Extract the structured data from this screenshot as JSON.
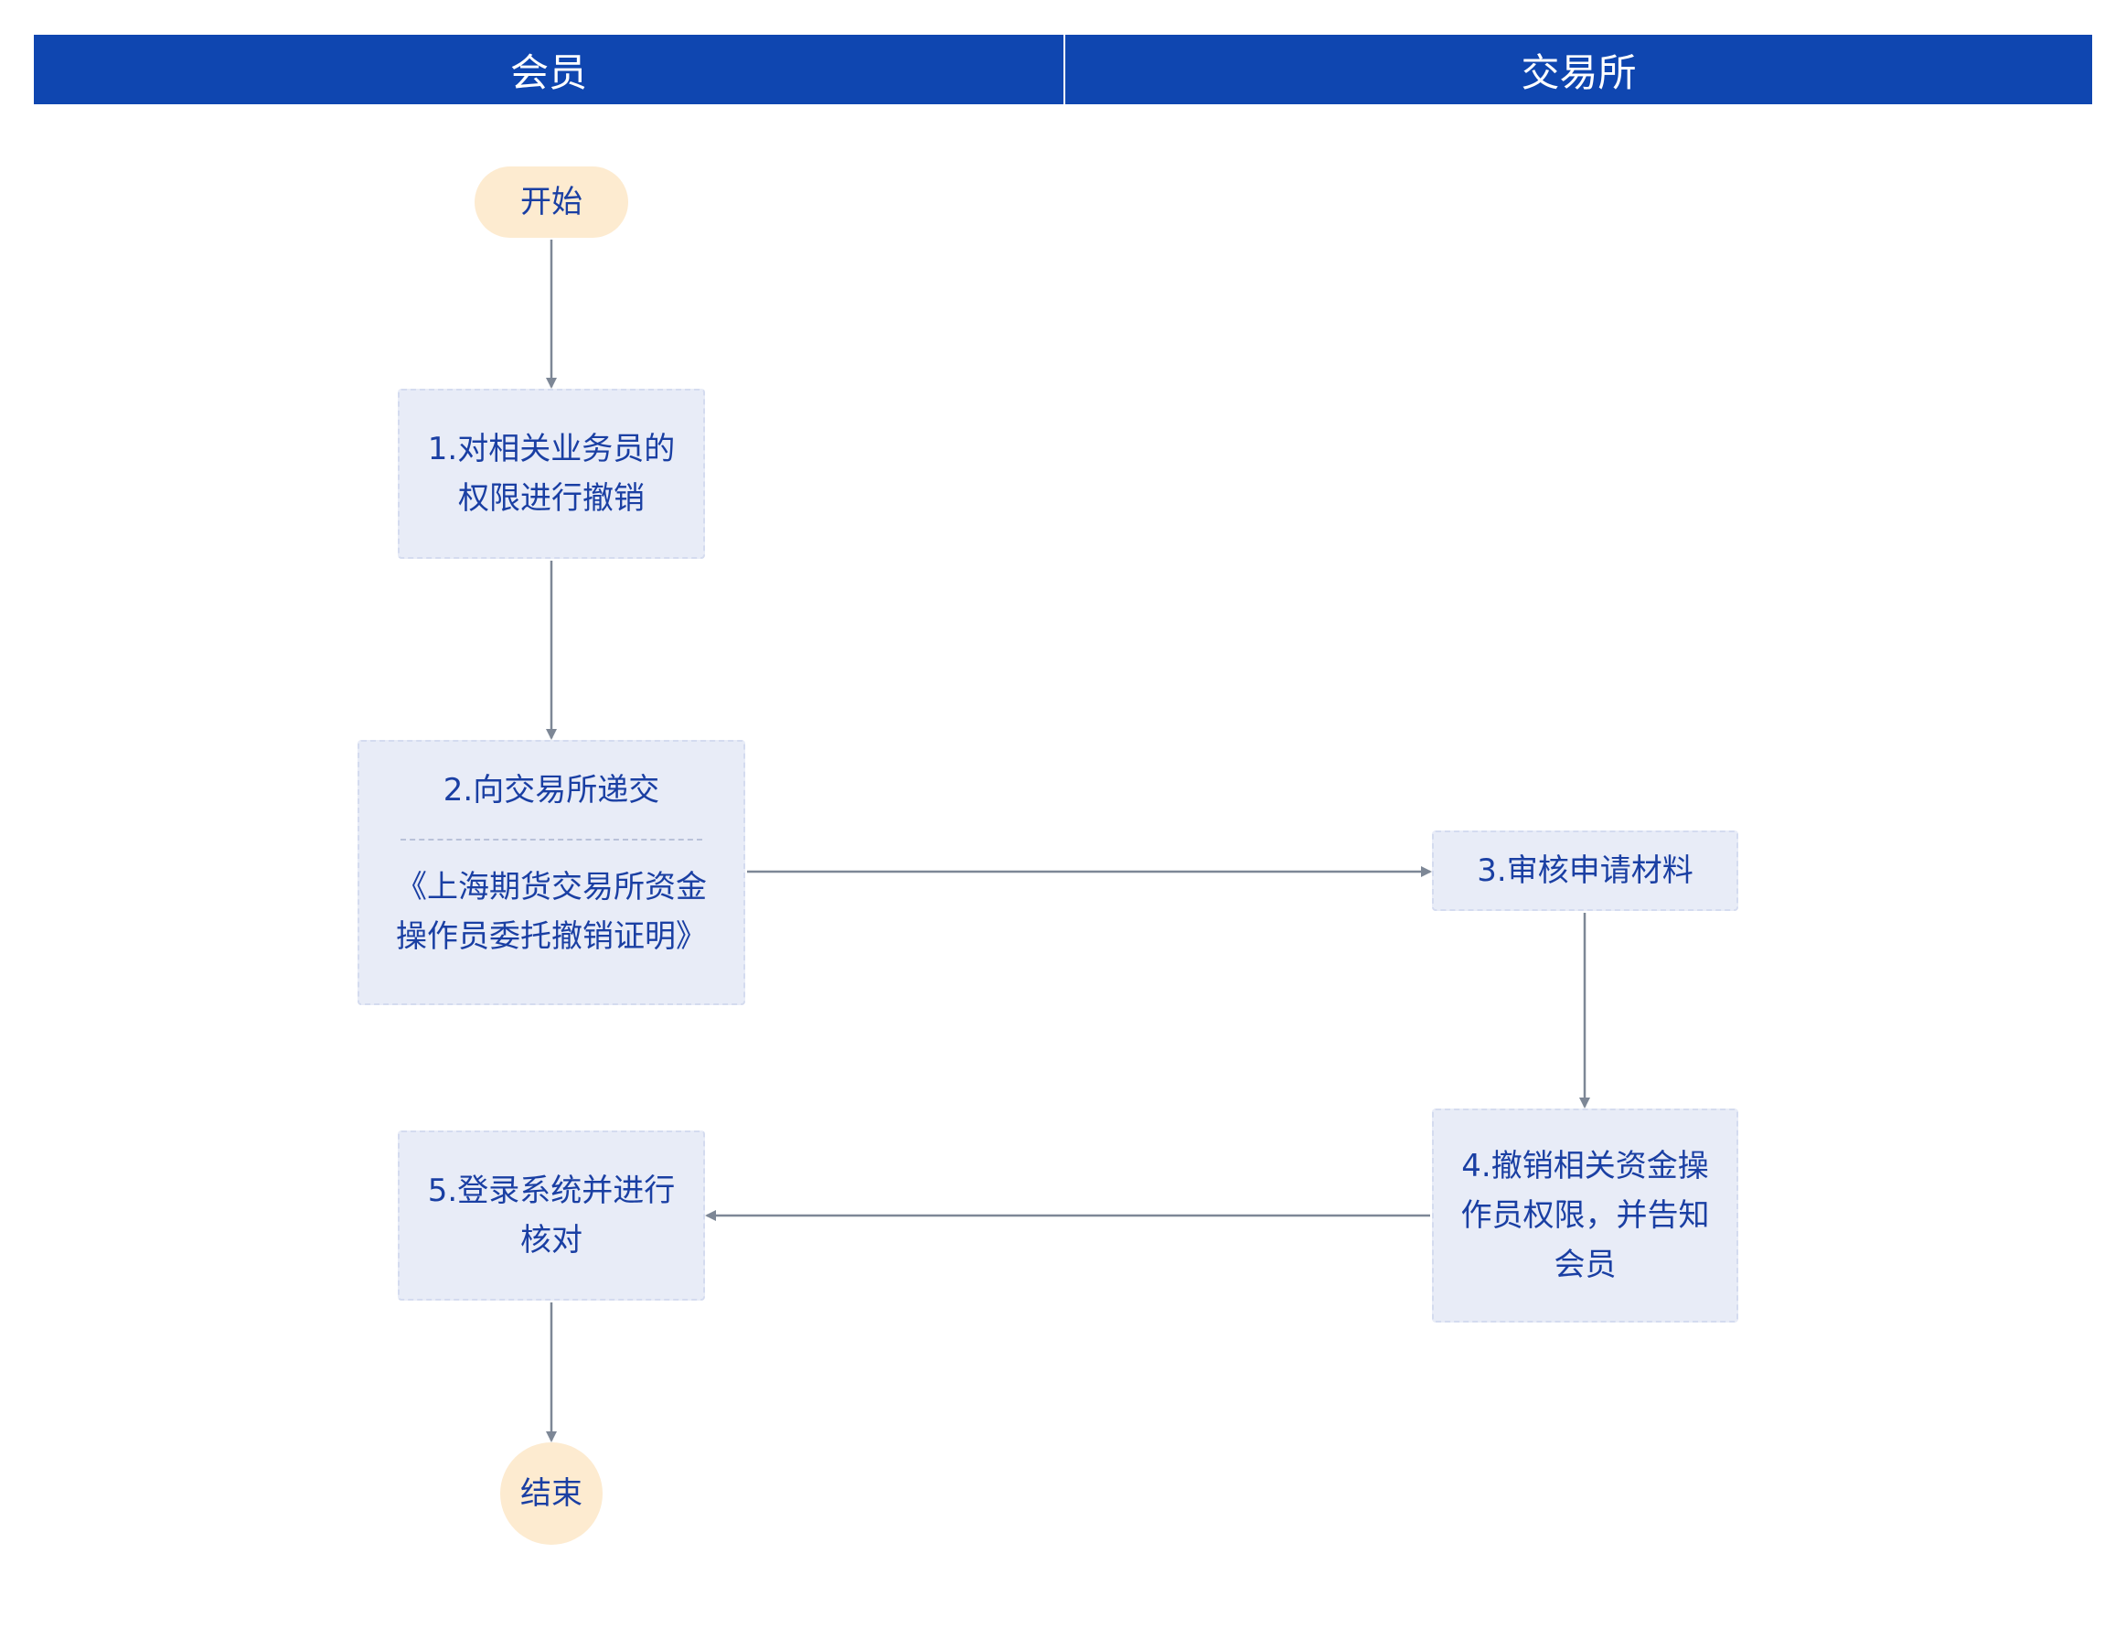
{
  "lanes": {
    "member": "会员",
    "exchange": "交易所"
  },
  "nodes": {
    "start": "开始",
    "step1": [
      "1.对相关业务员的",
      "权限进行撤销"
    ],
    "step2_title": "2.向交易所递交",
    "step2_doc": [
      "《上海期货交易所资金",
      "操作员委托撤销证明》"
    ],
    "step3": "3.审核申请材料",
    "step4": [
      "4.撤销相关资金操",
      "作员权限，并告知",
      "会员"
    ],
    "step5": [
      "5.登录系统并进行",
      "核对"
    ],
    "end": "结束"
  },
  "colors": {
    "header": "#0f46b0",
    "process_fill": "#e8ecf7",
    "terminal_fill": "#fdebd0",
    "text": "#1a3fa3",
    "connector": "#7d8796"
  }
}
